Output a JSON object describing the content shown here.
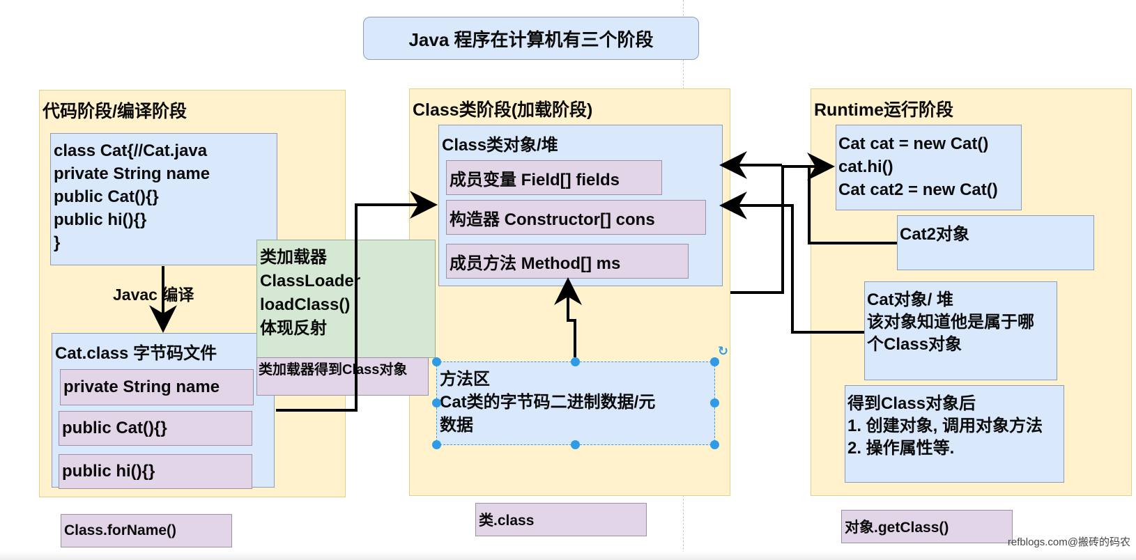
{
  "title": "Java 程序在计算机有三个阶段",
  "stages": {
    "code": {
      "title": "代码阶段/编译阶段",
      "source": "class Cat{//Cat.java\nprivate String name\npublic Cat(){}\npublic hi(){}\n}",
      "compile_label": "Javac 编译",
      "bytecode_title": "Cat.class 字节码文件",
      "bytecode_items": [
        "private String name",
        "public Cat(){}",
        "public hi(){}"
      ]
    },
    "loader": {
      "text": "类加载器\nClassLoader\nloadClass()\n体现反射",
      "result": "类加载器得到Class对象"
    },
    "class": {
      "title": "Class类阶段(加载阶段)",
      "heap_title": "Class类对象/堆",
      "members": [
        "成员变量 Field[] fields",
        "构造器 Constructor[] cons",
        "成员方法 Method[] ms"
      ],
      "method_area": "方法区\nCat类的字节码二进制数据/元\n数据"
    },
    "runtime": {
      "title": "Runtime运行阶段",
      "code": "Cat cat = new Cat()\ncat.hi()\nCat cat2 = new Cat()",
      "cat2_obj": "Cat2对象",
      "cat_obj": "Cat对象/ 堆\n该对象知道他是属于哪\n个Class对象",
      "after": "得到Class对象后\n1. 创建对象, 调用对象方法\n2. 操作属性等."
    }
  },
  "ways": {
    "for_name": "Class.forName()",
    "dot_class": "类.class",
    "get_class": "对象.getClass()"
  },
  "icons": {
    "rotate": "rotate-icon"
  },
  "watermark": "refblogs.com@搬砖的码农"
}
